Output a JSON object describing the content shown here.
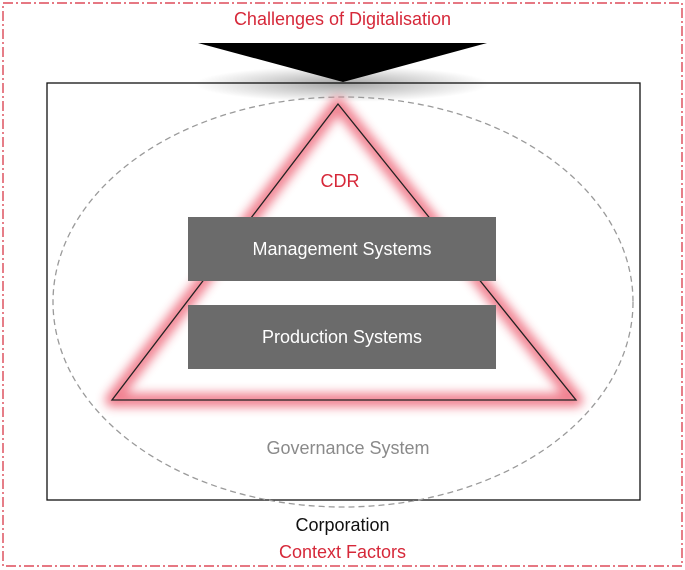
{
  "diagram": {
    "outer_label": "Challenges of Digitalisation",
    "footer_label": "Context Factors",
    "corporation_label": "Corporation",
    "governance_label": "Governance System",
    "cdr_label": "CDR",
    "management_label": "Management Systems",
    "production_label": "Production Systems"
  },
  "colors": {
    "accent_red": "#d62839",
    "box_gray": "#6b6b6b",
    "governance_text": "#8a8a8a",
    "dash_gray": "#9a9a9a"
  }
}
